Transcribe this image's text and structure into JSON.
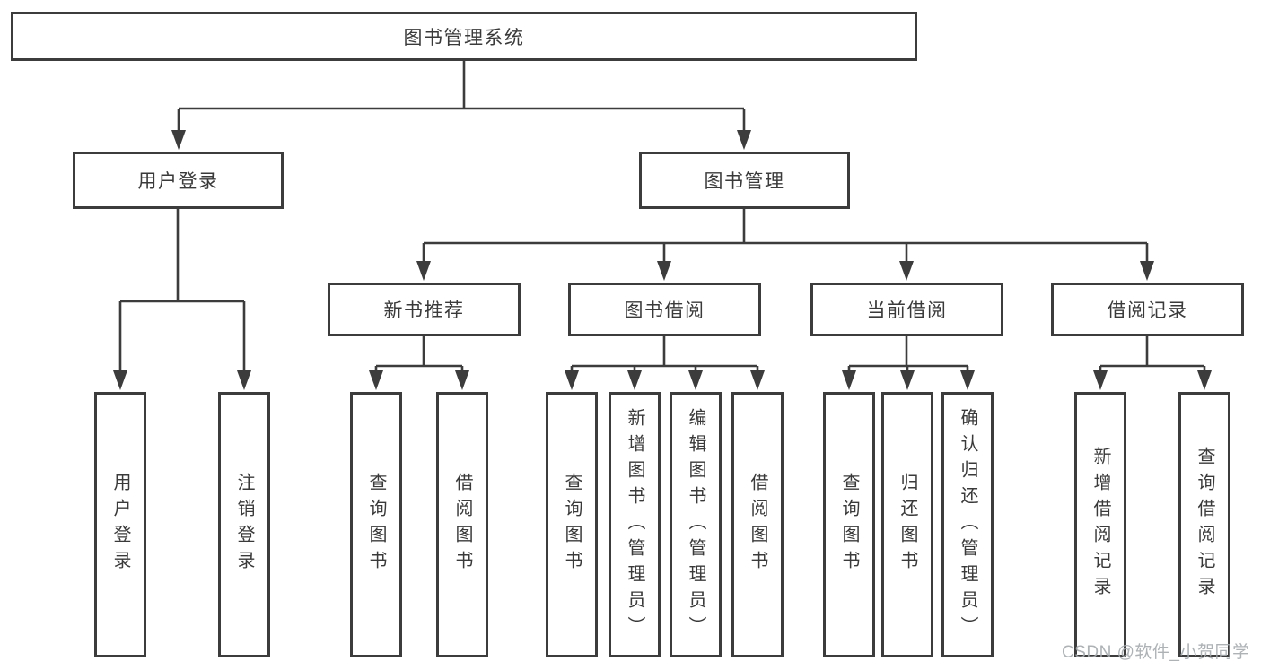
{
  "tree": {
    "root": "图书管理系统",
    "login_branch": {
      "label": "用户登录",
      "children": [
        "用户登录",
        "注销登录"
      ]
    },
    "mgmt_branch": {
      "label": "图书管理",
      "groups": [
        {
          "label": "新书推荐",
          "children": [
            "查询图书",
            "借阅图书"
          ]
        },
        {
          "label": "图书借阅",
          "children": [
            "查询图书",
            "新增图书（管理员）",
            "编辑图书（管理员）",
            "借阅图书"
          ]
        },
        {
          "label": "当前借阅",
          "children": [
            "查询图书",
            "归还图书",
            "确认归还（管理员）"
          ]
        },
        {
          "label": "借阅记录",
          "children": [
            "新增借阅记录",
            "查询借阅记录"
          ]
        }
      ]
    }
  },
  "watermark": "CSDN @软件_小贺同学",
  "colors": {
    "line": "#3c3c3c",
    "text": "#3a3a3a",
    "watermark": "#a5aaad",
    "background": "#ffffff"
  }
}
